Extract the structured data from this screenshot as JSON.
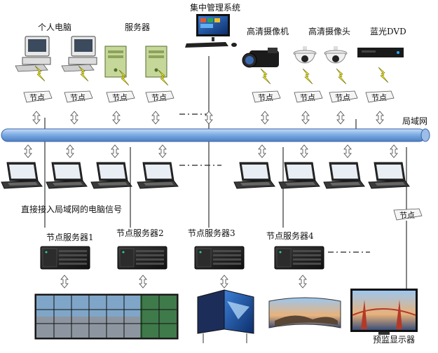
{
  "top_labels": {
    "pc": "个人电脑",
    "server": "服务器",
    "mgmt": "集中管理系统",
    "camcorder": "高清摄像机",
    "camera": "高清摄像头",
    "bluray": "蓝光DVD"
  },
  "node_label": "节点",
  "lan_label": "局域网",
  "direct_label": "直接接入局域网的电脑信号",
  "node_servers": [
    "节点服务器1",
    "节点服务器2",
    "节点服务器3",
    "节点服务器4"
  ],
  "preview_label": "预监显示器",
  "colors": {
    "bus_blue": "#6e9fd8",
    "bolt_yellow": "#f4ee1a",
    "arrow_fill": "#ffffff",
    "device_dark": "#222222"
  }
}
